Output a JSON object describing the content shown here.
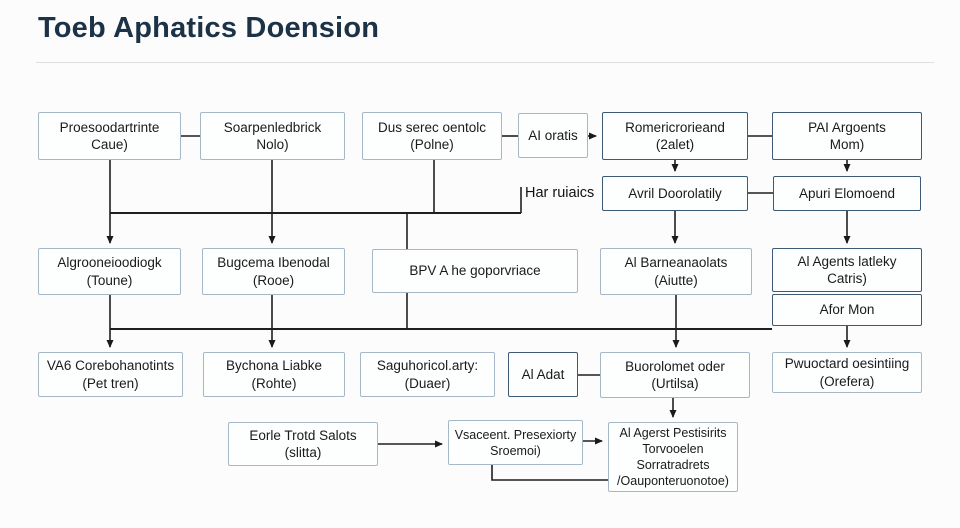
{
  "title": "Toeb Aphatics Doension",
  "floating_label": "Har ruiaics",
  "colors": {
    "title": "#1c3347",
    "node_border_light": "#a6b8c7",
    "node_border_dark": "#3d5a74",
    "connector": "#1f1f1f",
    "background": "#fcfcfc"
  },
  "nodes": {
    "b1": "Proesoodartrinte\nCaue)",
    "b2": "Soarpenledbrick\nNolo)",
    "b3": "Dus serec oentolc\n(Polne)",
    "b4": "AI oratis",
    "b5": "Romericrorieand\n(2alet)",
    "b6": "PAI Argoents\nMom)",
    "b7": "Avril Doorolatily",
    "b8": "Apuri Elomoend",
    "b9": "Algrooneioodiogk\n(Toune)",
    "b10": "Bugcema Ibenodal\n(Rooe)",
    "b11": "BPV A he goporvriace",
    "b12": "Al Barneanaolats\n(Aiutte)",
    "b13": "Al Agents latleky\nCatris)",
    "b14": "Afor Mon",
    "b15": "VA6 Corebohanotints\n(Pet tren)",
    "b16": "Bychona Liabke\n(Rohte)",
    "b17": "Saguhoricol.arty:\n(Duaer)",
    "b18": "Al Adat",
    "b19": "Buorolomet oder\n(Urtilsa)",
    "b20": "Pwuoctard oesintiing\n(Orefera)",
    "b21": "Eorle Trotd Salots\n(slitta)",
    "b22": "Vsaceent. Presexiorty\nSroemoi)",
    "b23": "Al Agerst Pestisirits\nTorvooelen\nSorratradrets\n/Oauponteruonotoe)"
  },
  "edges": [
    {
      "from": "b1",
      "to": "b2",
      "style": "plain"
    },
    {
      "from": "b3",
      "to": "b4",
      "style": "plain"
    },
    {
      "from": "b4",
      "to": "b5",
      "style": "arrow"
    },
    {
      "from": "b5",
      "to": "b6",
      "style": "plain"
    },
    {
      "from": "b5",
      "to": "b7",
      "style": "arrow"
    },
    {
      "from": "b6",
      "to": "b8",
      "style": "arrow"
    },
    {
      "from": "b7",
      "to": "b8",
      "style": "plain"
    },
    {
      "from": "b7",
      "to": "b12",
      "style": "arrow"
    },
    {
      "from": "b8",
      "to": "b13",
      "style": "arrow"
    },
    {
      "from": "b1",
      "to": "b9",
      "style": "arrow"
    },
    {
      "from": "b2",
      "to": "b10",
      "style": "arrow"
    },
    {
      "from": "b3",
      "to": "bus1",
      "style": "plain"
    },
    {
      "from": "bus1",
      "to": "b11",
      "style": "plain"
    },
    {
      "from": "bus1",
      "to": "har-label",
      "style": "plain"
    },
    {
      "from": "b9",
      "to": "b15",
      "style": "arrow"
    },
    {
      "from": "b10",
      "to": "b16",
      "style": "arrow"
    },
    {
      "from": "b11",
      "to": "bus2",
      "style": "plain"
    },
    {
      "from": "b12",
      "to": "b19",
      "style": "arrow"
    },
    {
      "from": "bus2",
      "to": "b14",
      "style": "plain"
    },
    {
      "from": "b14",
      "to": "b20",
      "style": "arrow"
    },
    {
      "from": "b18",
      "to": "b19",
      "style": "plain"
    },
    {
      "from": "b19",
      "to": "b23",
      "style": "arrow"
    },
    {
      "from": "b21",
      "to": "b22",
      "style": "arrow"
    },
    {
      "from": "b22",
      "to": "b23",
      "style": "arrow"
    },
    {
      "from": "b22",
      "to": "b23",
      "style": "elbow"
    }
  ]
}
